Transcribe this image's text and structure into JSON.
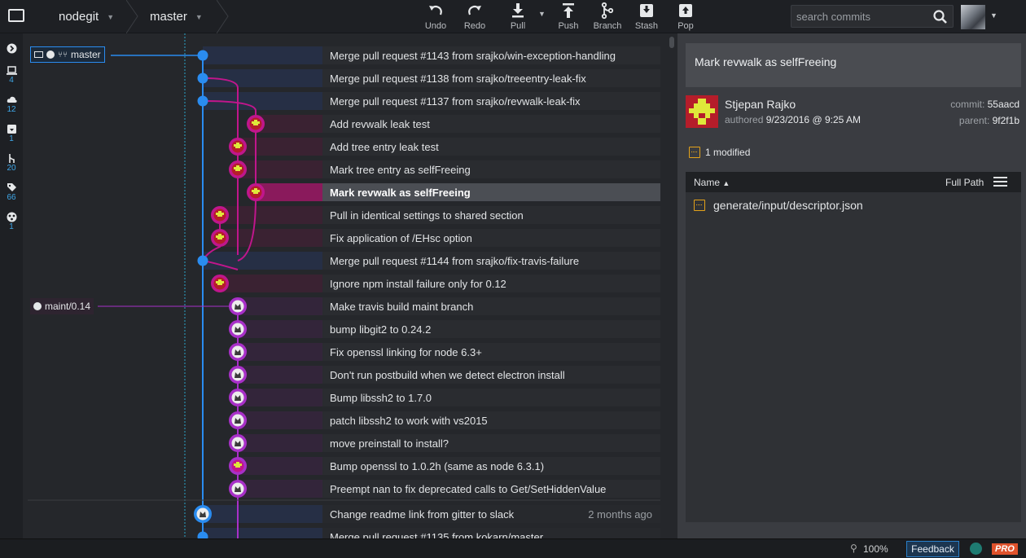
{
  "toolbar": {
    "repo": "nodegit",
    "branch": "master",
    "buttons": [
      {
        "label": "Undo",
        "icon": "undo-icon"
      },
      {
        "label": "Redo",
        "icon": "redo-icon"
      },
      {
        "label": "Pull",
        "icon": "pull-icon"
      },
      {
        "label": "Push",
        "icon": "push-icon"
      },
      {
        "label": "Branch",
        "icon": "branch-icon"
      },
      {
        "label": "Stash",
        "icon": "stash-icon"
      },
      {
        "label": "Pop",
        "icon": "pop-icon"
      }
    ],
    "search_placeholder": "search commits"
  },
  "sidebar": {
    "items": [
      {
        "icon": "local-icon",
        "count": "4"
      },
      {
        "icon": "cloud-icon",
        "count": "12"
      },
      {
        "icon": "pr-icon",
        "count": "1"
      },
      {
        "icon": "branch-icon",
        "count": "20"
      },
      {
        "icon": "tag-icon",
        "count": "66"
      },
      {
        "icon": "submodule-icon",
        "count": "1"
      }
    ]
  },
  "refs": {
    "master": "master",
    "maint": "maint/0.14"
  },
  "commits": [
    {
      "message": "Merge pull request #1143 from srajko/win-exception-handling",
      "time": ""
    },
    {
      "message": "Merge pull request #1138 from srajko/treeentry-leak-fix",
      "time": ""
    },
    {
      "message": "Merge pull request #1137 from srajko/revwalk-leak-fix",
      "time": ""
    },
    {
      "message": "Add revwalk leak test",
      "time": ""
    },
    {
      "message": "Add tree entry leak test",
      "time": ""
    },
    {
      "message": "Mark tree entry as selfFreeing",
      "time": ""
    },
    {
      "message": "Mark revwalk as selfFreeing",
      "time": ""
    },
    {
      "message": "Pull in identical settings to shared section",
      "time": ""
    },
    {
      "message": "Fix application of /EHsc option",
      "time": ""
    },
    {
      "message": "Merge pull request #1144 from srajko/fix-travis-failure",
      "time": ""
    },
    {
      "message": "Ignore npm install failure only for 0.12",
      "time": ""
    },
    {
      "message": "Make travis build maint branch",
      "time": ""
    },
    {
      "message": "bump libgit2 to 0.24.2",
      "time": ""
    },
    {
      "message": "Fix openssl linking for node 6.3+",
      "time": ""
    },
    {
      "message": "Don't run postbuild when we detect electron install",
      "time": ""
    },
    {
      "message": "Bump libssh2 to 1.7.0",
      "time": ""
    },
    {
      "message": "patch libssh2 to work with vs2015",
      "time": ""
    },
    {
      "message": "move preinstall to install?",
      "time": ""
    },
    {
      "message": "Bump openssl to 1.0.2h (same as node 6.3.1)",
      "time": ""
    },
    {
      "message": "Preempt nan to fix deprecated calls to Get/SetHiddenValue",
      "time": ""
    },
    {
      "message": "Change readme link from gitter to slack",
      "time": "2 months ago"
    },
    {
      "message": "Merge pull request #1135 from kokarn/master",
      "time": ""
    }
  ],
  "selected_index": 6,
  "detail": {
    "summary": "Mark revwalk as selfFreeing",
    "author": "Stjepan Rajko",
    "authored_label": "authored",
    "authored_date": "9/23/2016 @ 9:25 AM",
    "commit_label": "commit:",
    "commit_sha": "55aacd",
    "parent_label": "parent:",
    "parent_sha": "9f2f1b",
    "modified": "1 modified",
    "col_name": "Name",
    "col_path": "Full Path",
    "files": [
      "generate/input/descriptor.json"
    ]
  },
  "status": {
    "zoom": "100%",
    "feedback": "Feedback",
    "pro": "PRO"
  },
  "colors": {
    "blue": "#2a8cf0",
    "magenta": "#c0168c",
    "purple": "#a830c8"
  }
}
